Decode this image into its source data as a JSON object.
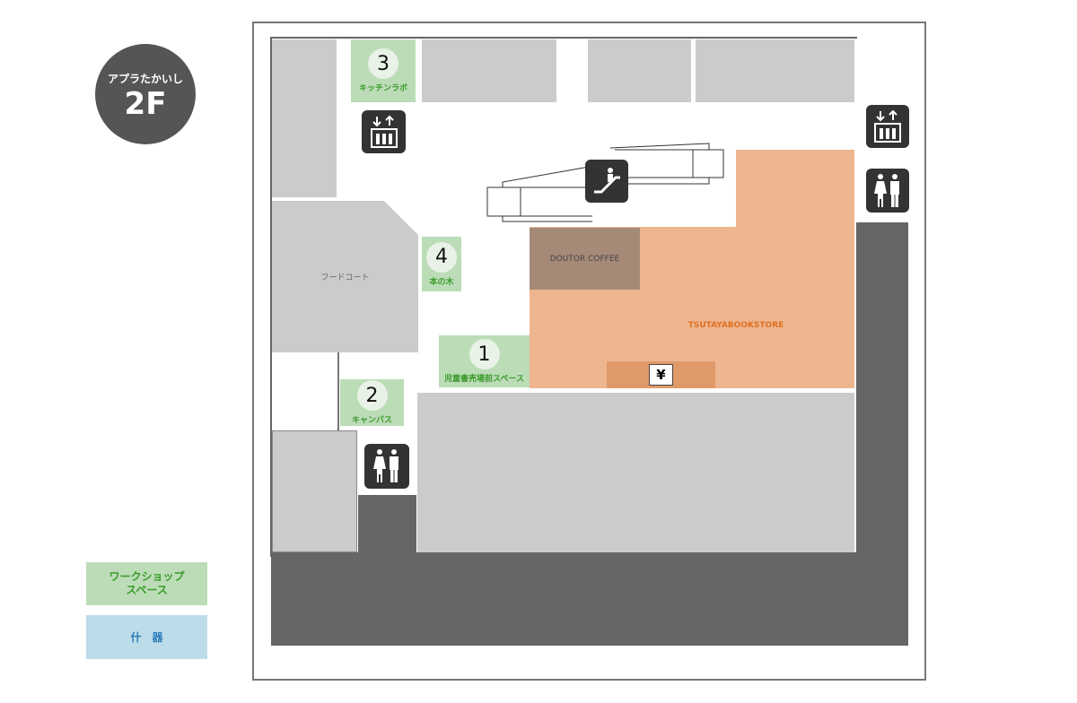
{
  "floor_badge": {
    "name": "アプラたかいし",
    "floor": "2F"
  },
  "areas": {
    "food_court": "フードコート",
    "doutor": "DOUTOR COFFEE",
    "tsutaya": "TSUTAYABOOKSTORE",
    "cashier_symbol": "¥"
  },
  "spaces": [
    {
      "number": "1",
      "label": "児童書売場前スペース"
    },
    {
      "number": "2",
      "label": "キャンバス"
    },
    {
      "number": "3",
      "label": "キッチンラボ"
    },
    {
      "number": "4",
      "label": "本の木"
    }
  ],
  "legend": {
    "workshop": "ワークショップ\nスペース",
    "fixtures": "什　器"
  },
  "colors": {
    "workshop": "#bcdcb8",
    "fixtures": "#bcdcea",
    "tsutaya": "#edb590",
    "doutor": "#a68a78"
  }
}
